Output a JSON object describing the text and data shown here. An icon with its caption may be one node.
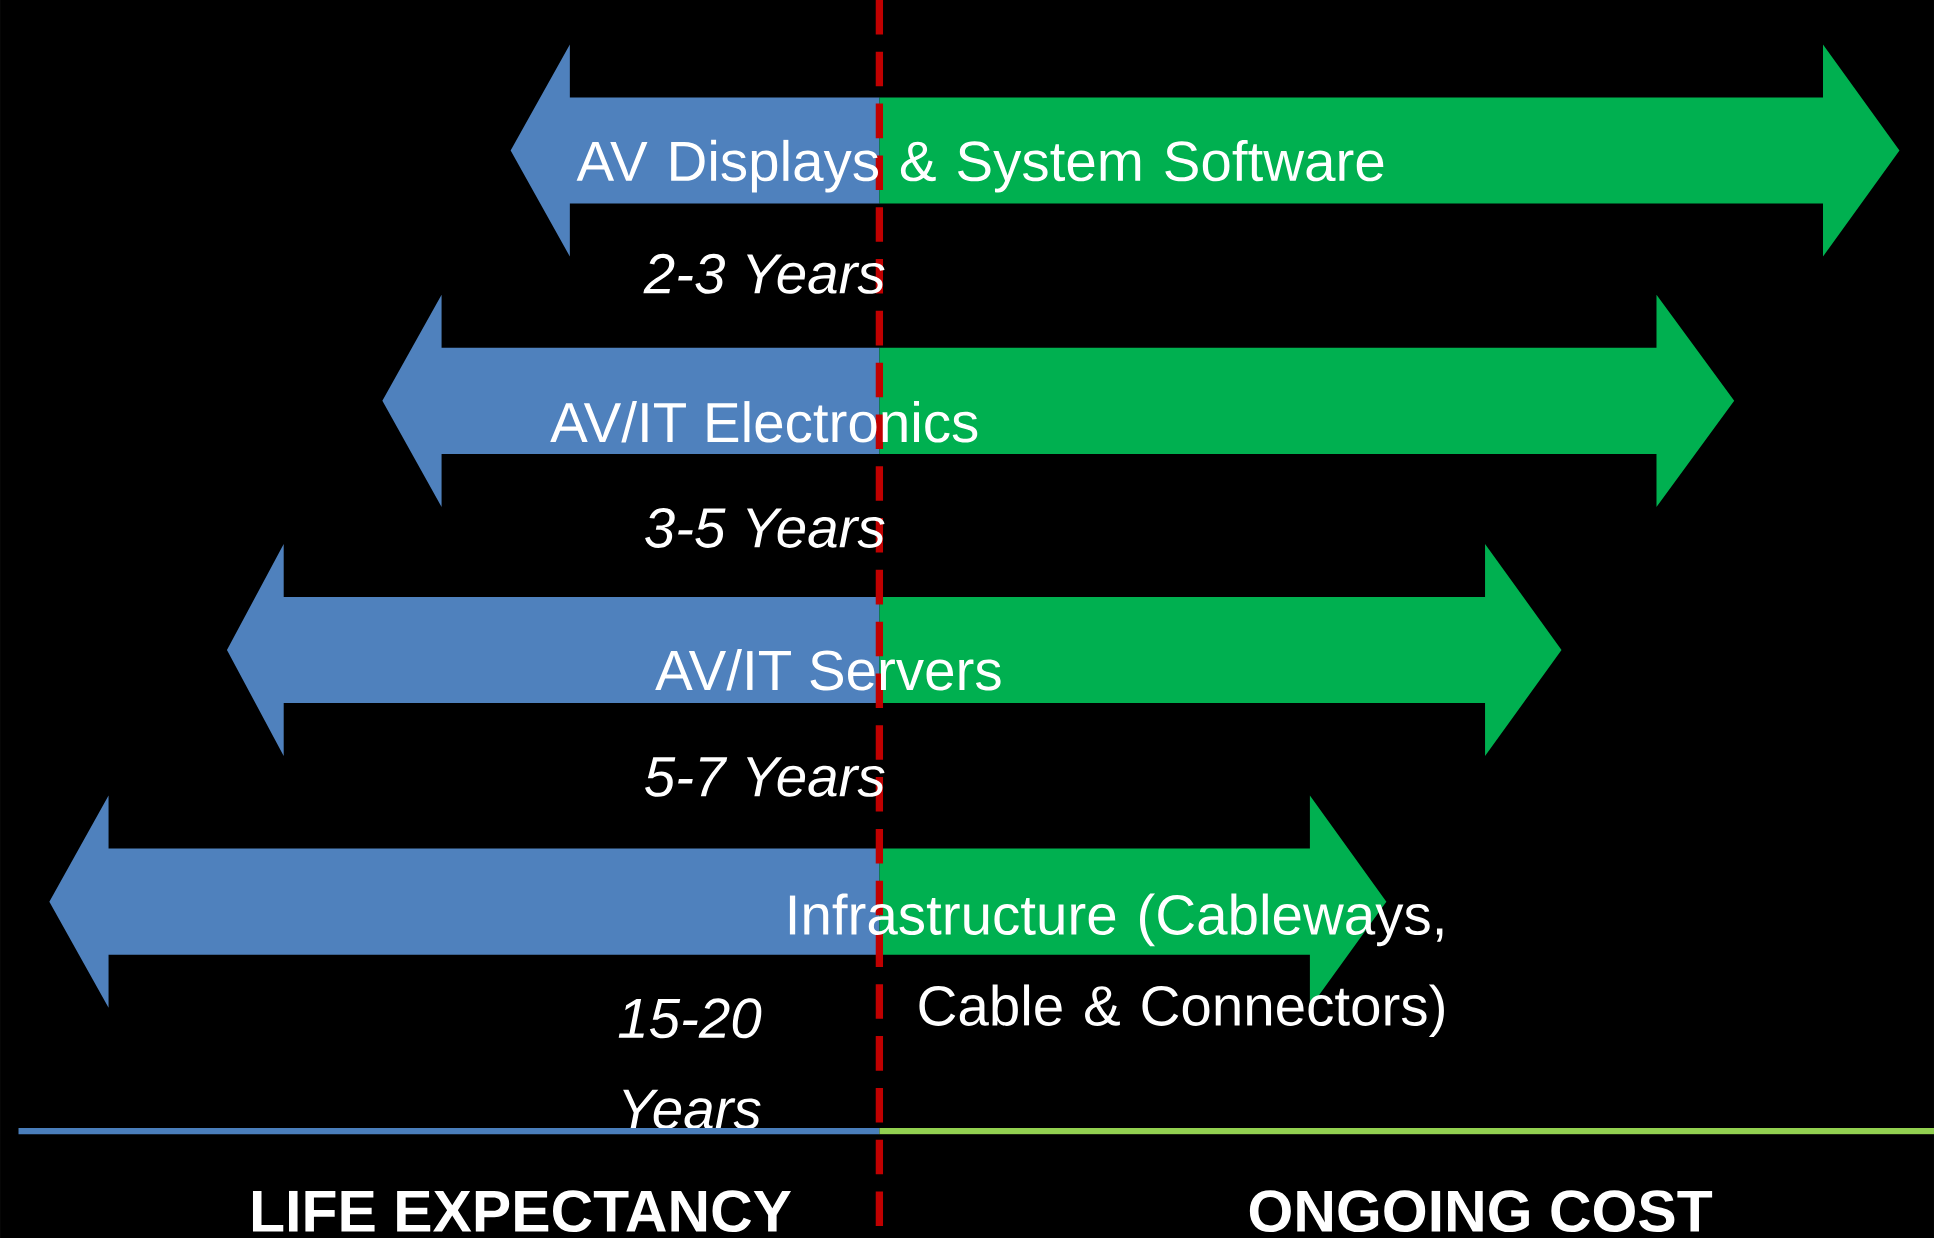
{
  "diagram": {
    "nodes": [
      {
        "text": [
          "AV Displays & System Software"
        ],
        "beside": [
          "*2-3 Years*"
        ]
      },
      {
        "text": [
          "AV/IT Electronics"
        ],
        "beside": [
          "*3-5 Years*"
        ]
      },
      {
        "text": [
          "AV/IT Servers"
        ],
        "beside": [
          "*5-7 Years*"
        ]
      },
      {
        "text": [
          "Infrastructure (Cableways, Cable & Connectors)"
        ],
        "beside": [
          "*15-20 Years*"
        ]
      }
    ],
    "labels": [
      "LIFE EXPECTANCY",
      "ONGOING COST"
    ]
  }
}
